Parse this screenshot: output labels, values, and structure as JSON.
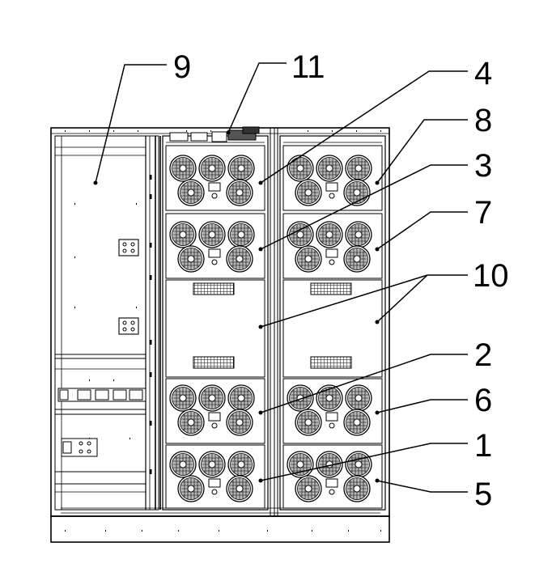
{
  "callouts": {
    "n1": "1",
    "n2": "2",
    "n3": "3",
    "n4": "4",
    "n5": "5",
    "n6": "6",
    "n7": "7",
    "n8": "8",
    "n9": "9",
    "n10": "10",
    "n11": "11"
  },
  "colors": {
    "line": "#000000",
    "fan_fill": "#bdbdbd",
    "background": "#ffffff"
  },
  "icons": {
    "fan": "fan-icon",
    "busbar": "busbar-terminal-icon"
  }
}
